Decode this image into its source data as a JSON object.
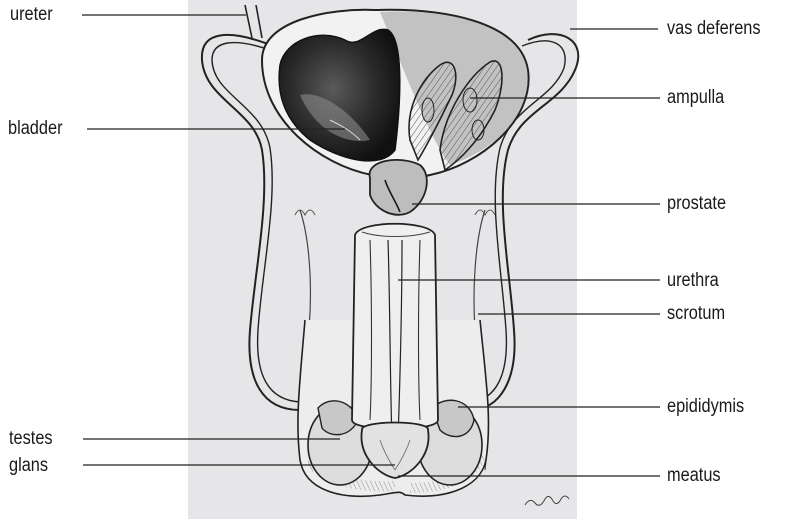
{
  "diagram": {
    "labels": {
      "ureter": "ureter",
      "bladder": "bladder",
      "testes": "testes",
      "glans": "glans",
      "vas_deferens": "vas deferens",
      "ampulla": "ampulla",
      "prostate": "prostate",
      "urethra": "urethra",
      "scrotum": "scrotum",
      "epididymis": "epididymis",
      "meatus": "meatus"
    },
    "colors": {
      "panel": "#e6e6e8",
      "line": "#1a1a1a",
      "shade": "#2a2a2a",
      "light_shade": "#9a9a9a"
    }
  }
}
